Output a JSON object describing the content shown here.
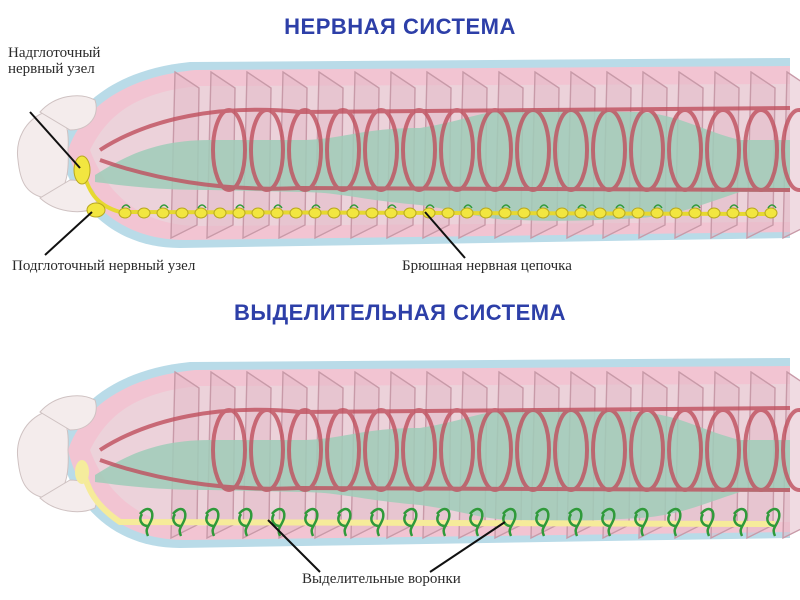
{
  "nervous_system": {
    "title": "НЕРВНАЯ СИСТЕМА",
    "labels": {
      "supraesophageal": "Надглоточный нервный узел",
      "subesophageal": "Подглоточный нервный узел",
      "ventral_cord": "Брюшная нервная цепочка"
    }
  },
  "excretory_system": {
    "title": "ВЫДЕЛИТЕЛЬНАЯ СИСТЕМА",
    "labels": {
      "funnels": "Выделительные воронки"
    }
  },
  "colors": {
    "title": "#2d3fa8",
    "body_pink": "#f2c4d2",
    "cuticle_blue": "#b9dbe8",
    "gut_green": "#9fcdb8",
    "vessel_red": "#c0505e",
    "nerve_yellow": "#f2e640",
    "funnel_green": "#2f9a3a"
  }
}
